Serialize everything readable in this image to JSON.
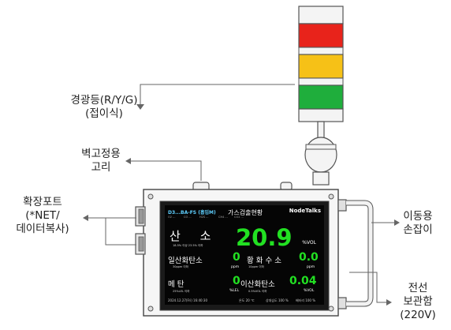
{
  "labels": {
    "signal_light": [
      "경광등(R/Y/G)",
      "(접이식)"
    ],
    "wall_hook": [
      "벽고정용",
      "고리"
    ],
    "expansion_port": [
      "확장포트",
      "(*NET/",
      "데이터복사)"
    ],
    "handle": [
      "이동용",
      "손잡이"
    ],
    "cable_storage": [
      "전선",
      "보관함",
      "(220V)"
    ]
  },
  "colors": {
    "lamp_red": "#e8231b",
    "lamp_yellow": "#f6c117",
    "lamp_green": "#1fae3c",
    "value_green": "#22e022",
    "header_blue": "#5fd0ff"
  },
  "screen": {
    "device_name": "D3...BA-FS (흡입M)",
    "title": "가스검출현황",
    "brand": "NodeTalks",
    "sub_info": [
      "O2 ...",
      "CO ...",
      "H2S ...",
      "CH4 ...",
      "CO2 ..."
    ],
    "primary": {
      "name": "산 소",
      "value": "20.9",
      "unit": "%VOL",
      "note": "18.5% 이상 23.5% 이하"
    },
    "gases": [
      {
        "name": "일산화탄소",
        "value": "0",
        "unit": "ppm",
        "note": "30ppm 이하"
      },
      {
        "name": "황 화 수 소",
        "value": "0.0",
        "unit": "ppm",
        "note": "10ppm 이하"
      },
      {
        "name": "메     탄",
        "value": "0",
        "unit": "%LEL",
        "note": "25%LEL 이하"
      },
      {
        "name": "이산화탄소",
        "value": "0.04",
        "unit": "%VOL",
        "note": "0.5%VOL 이하"
      }
    ],
    "footer": {
      "datetime": "2024.12.27(Fri) 16:40:30",
      "temperature": "온도 20 ℃",
      "humidity": "상대습도 100 %",
      "battery": "배터리 100 %"
    }
  }
}
